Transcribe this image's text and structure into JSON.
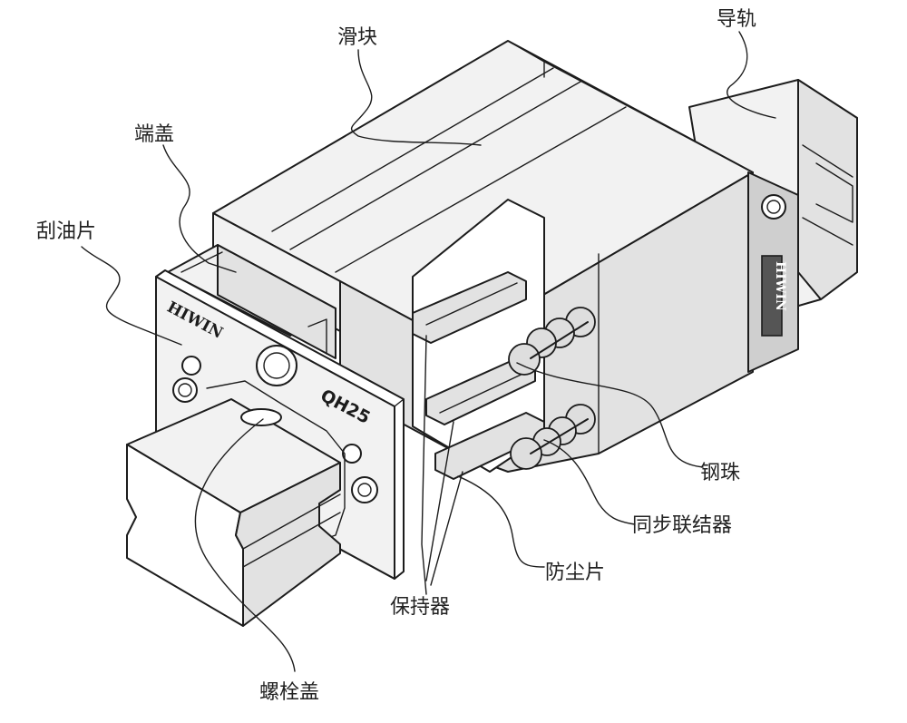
{
  "diagram": {
    "labels": {
      "slider": "滑块",
      "rail": "导轨",
      "end_cap": "端盖",
      "scraper": "刮油片",
      "steel_ball": "钢珠",
      "sync_connector": "同步联结器",
      "dust_seal": "防尘片",
      "retainer": "保持器",
      "bolt_cap": "螺栓盖"
    },
    "marks": {
      "brand_front": "HIWIN",
      "brand_side": "HIWIN",
      "model": "QH25"
    },
    "colors": {
      "ink": "#1c1c1c",
      "background": "#ffffff"
    }
  }
}
